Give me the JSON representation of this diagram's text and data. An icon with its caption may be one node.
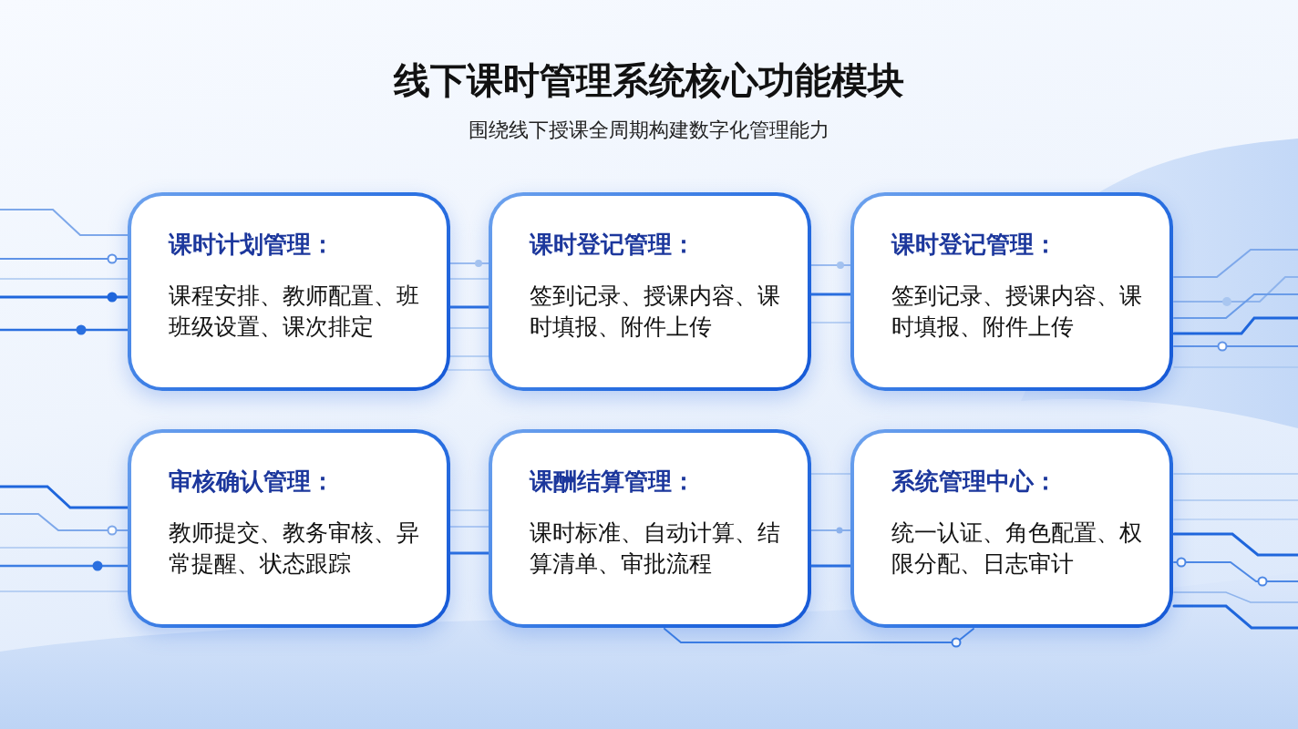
{
  "diagram": {
    "title": "线下课时管理系统核心功能模块",
    "nodes": [
      {
        "text": [
          "课时计划管理：",
          "课程安排、教师配置、班班级设置、课次排定"
        ]
      },
      {
        "text": [
          "课时登记管理：",
          "签到记录、授课内容、课时填报、附件上传"
        ]
      },
      {
        "text": [
          "课时登记管理：",
          "签到记录、授课内容、课时填报、附件上传"
        ]
      },
      {
        "text": [
          "审核确认管理：",
          "教师提交、教务审核、异常提醒、状态跟踪"
        ]
      },
      {
        "text": [
          "课酬结算管理：",
          "课时标准、自动计算、结算清单、审批流程"
        ]
      },
      {
        "text": [
          "系统管理中心：",
          "统一认证、角色配置、权限分配、日志审计"
        ]
      }
    ],
    "labels": [
      "围绕线下授课全周期构建数字化管理能力"
    ]
  }
}
